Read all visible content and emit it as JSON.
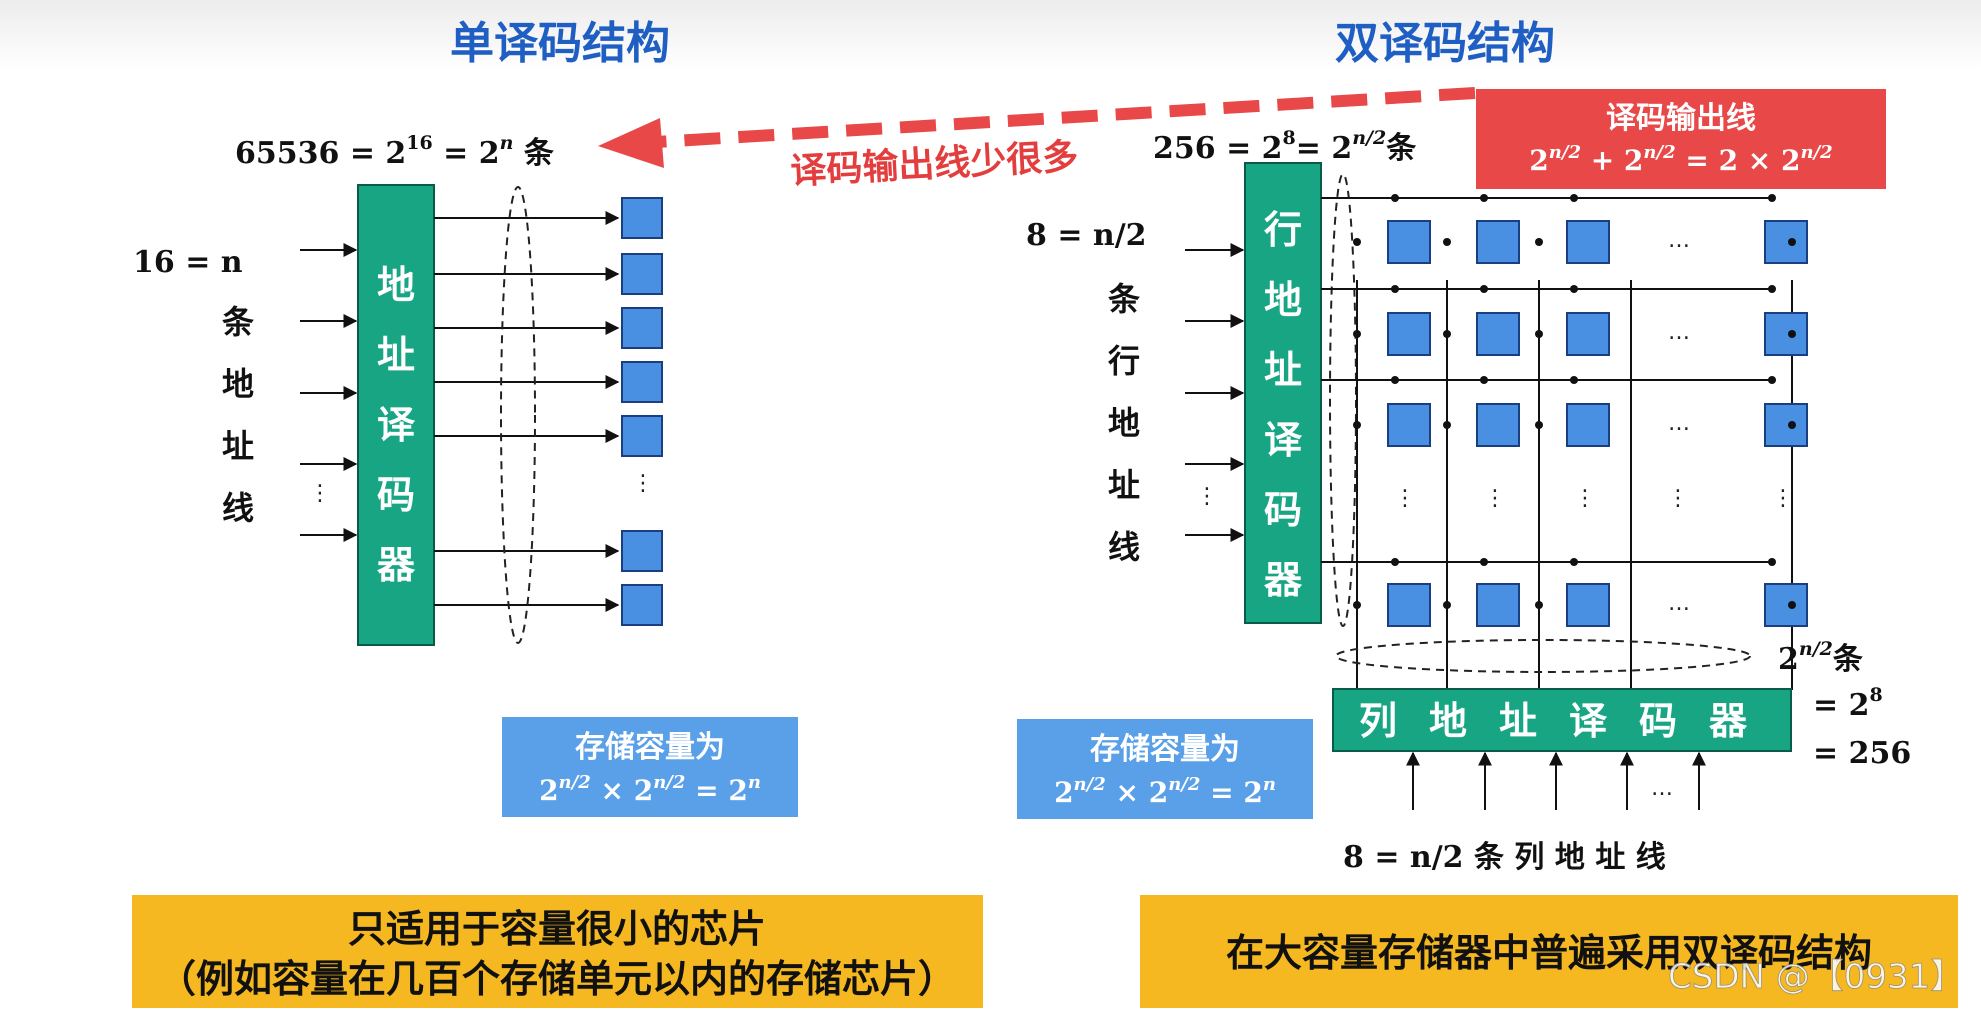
{
  "left": {
    "title": "单译码结构",
    "output_count": {
      "base": "65536 = 2",
      "exp1": "16",
      "mid": " = 2",
      "exp2": "n",
      "unit": " 条"
    },
    "input_count": "16 = n",
    "input_label": [
      "条",
      "地",
      "址",
      "线"
    ],
    "decoder_chars": [
      "地",
      "址",
      "译",
      "码",
      "器"
    ],
    "capacity": {
      "line1": "存储容量为",
      "f1": "2",
      "e1": "n/2",
      "f2": " × 2",
      "e2": "n/2",
      "f3": " = 2",
      "e3": "n"
    },
    "note": {
      "line1": "只适用于容量很小的芯片",
      "line2": "（例如容量在几百个存储单元以内的存储芯片）"
    }
  },
  "right": {
    "title": "双译码结构",
    "output_count": {
      "a": "256 = 2",
      "e1": "8",
      "b": "= 2",
      "e2": "n/2",
      "unit": "条"
    },
    "output_box": {
      "title": "译码输出线",
      "f1": "2",
      "e1": "n/2",
      "f2": " + 2",
      "e2": "n/2",
      "f3": " = 2 × 2",
      "e3": "n/2"
    },
    "row_input_count": "8 = n/2",
    "row_input_label": [
      "条",
      "行",
      "地",
      "址",
      "线"
    ],
    "row_decoder_chars": [
      "行",
      "地",
      "址",
      "译",
      "码",
      "器"
    ],
    "col_decoder_chars": [
      "列",
      "地",
      "址",
      "译",
      "码",
      "器"
    ],
    "col_count": {
      "f1": "2",
      "e1": "n/2",
      "unit": "条",
      "line2": "= 2",
      "e2": "8",
      "line3": "= 256"
    },
    "col_input_label": "8 = n/2 条 列 地 址 线",
    "capacity": {
      "line1": "存储容量为",
      "f1": "2",
      "e1": "n/2",
      "f2": " × 2",
      "e2": "n/2",
      "f3": " = 2",
      "e3": "n"
    },
    "note": "在大容量存储器中普遍采用双译码结构"
  },
  "arrow_label": "译码输出线少很多",
  "ellipsis": "…",
  "vdots": "⋮",
  "watermark": "CSDN @【0931】",
  "colors": {
    "decoder": "#17a584",
    "cell": "#4a90e2",
    "blue_box": "#5aa0e8",
    "red": "#e84848",
    "note_bg": "#f5b820",
    "title": "#1f5fc4"
  }
}
